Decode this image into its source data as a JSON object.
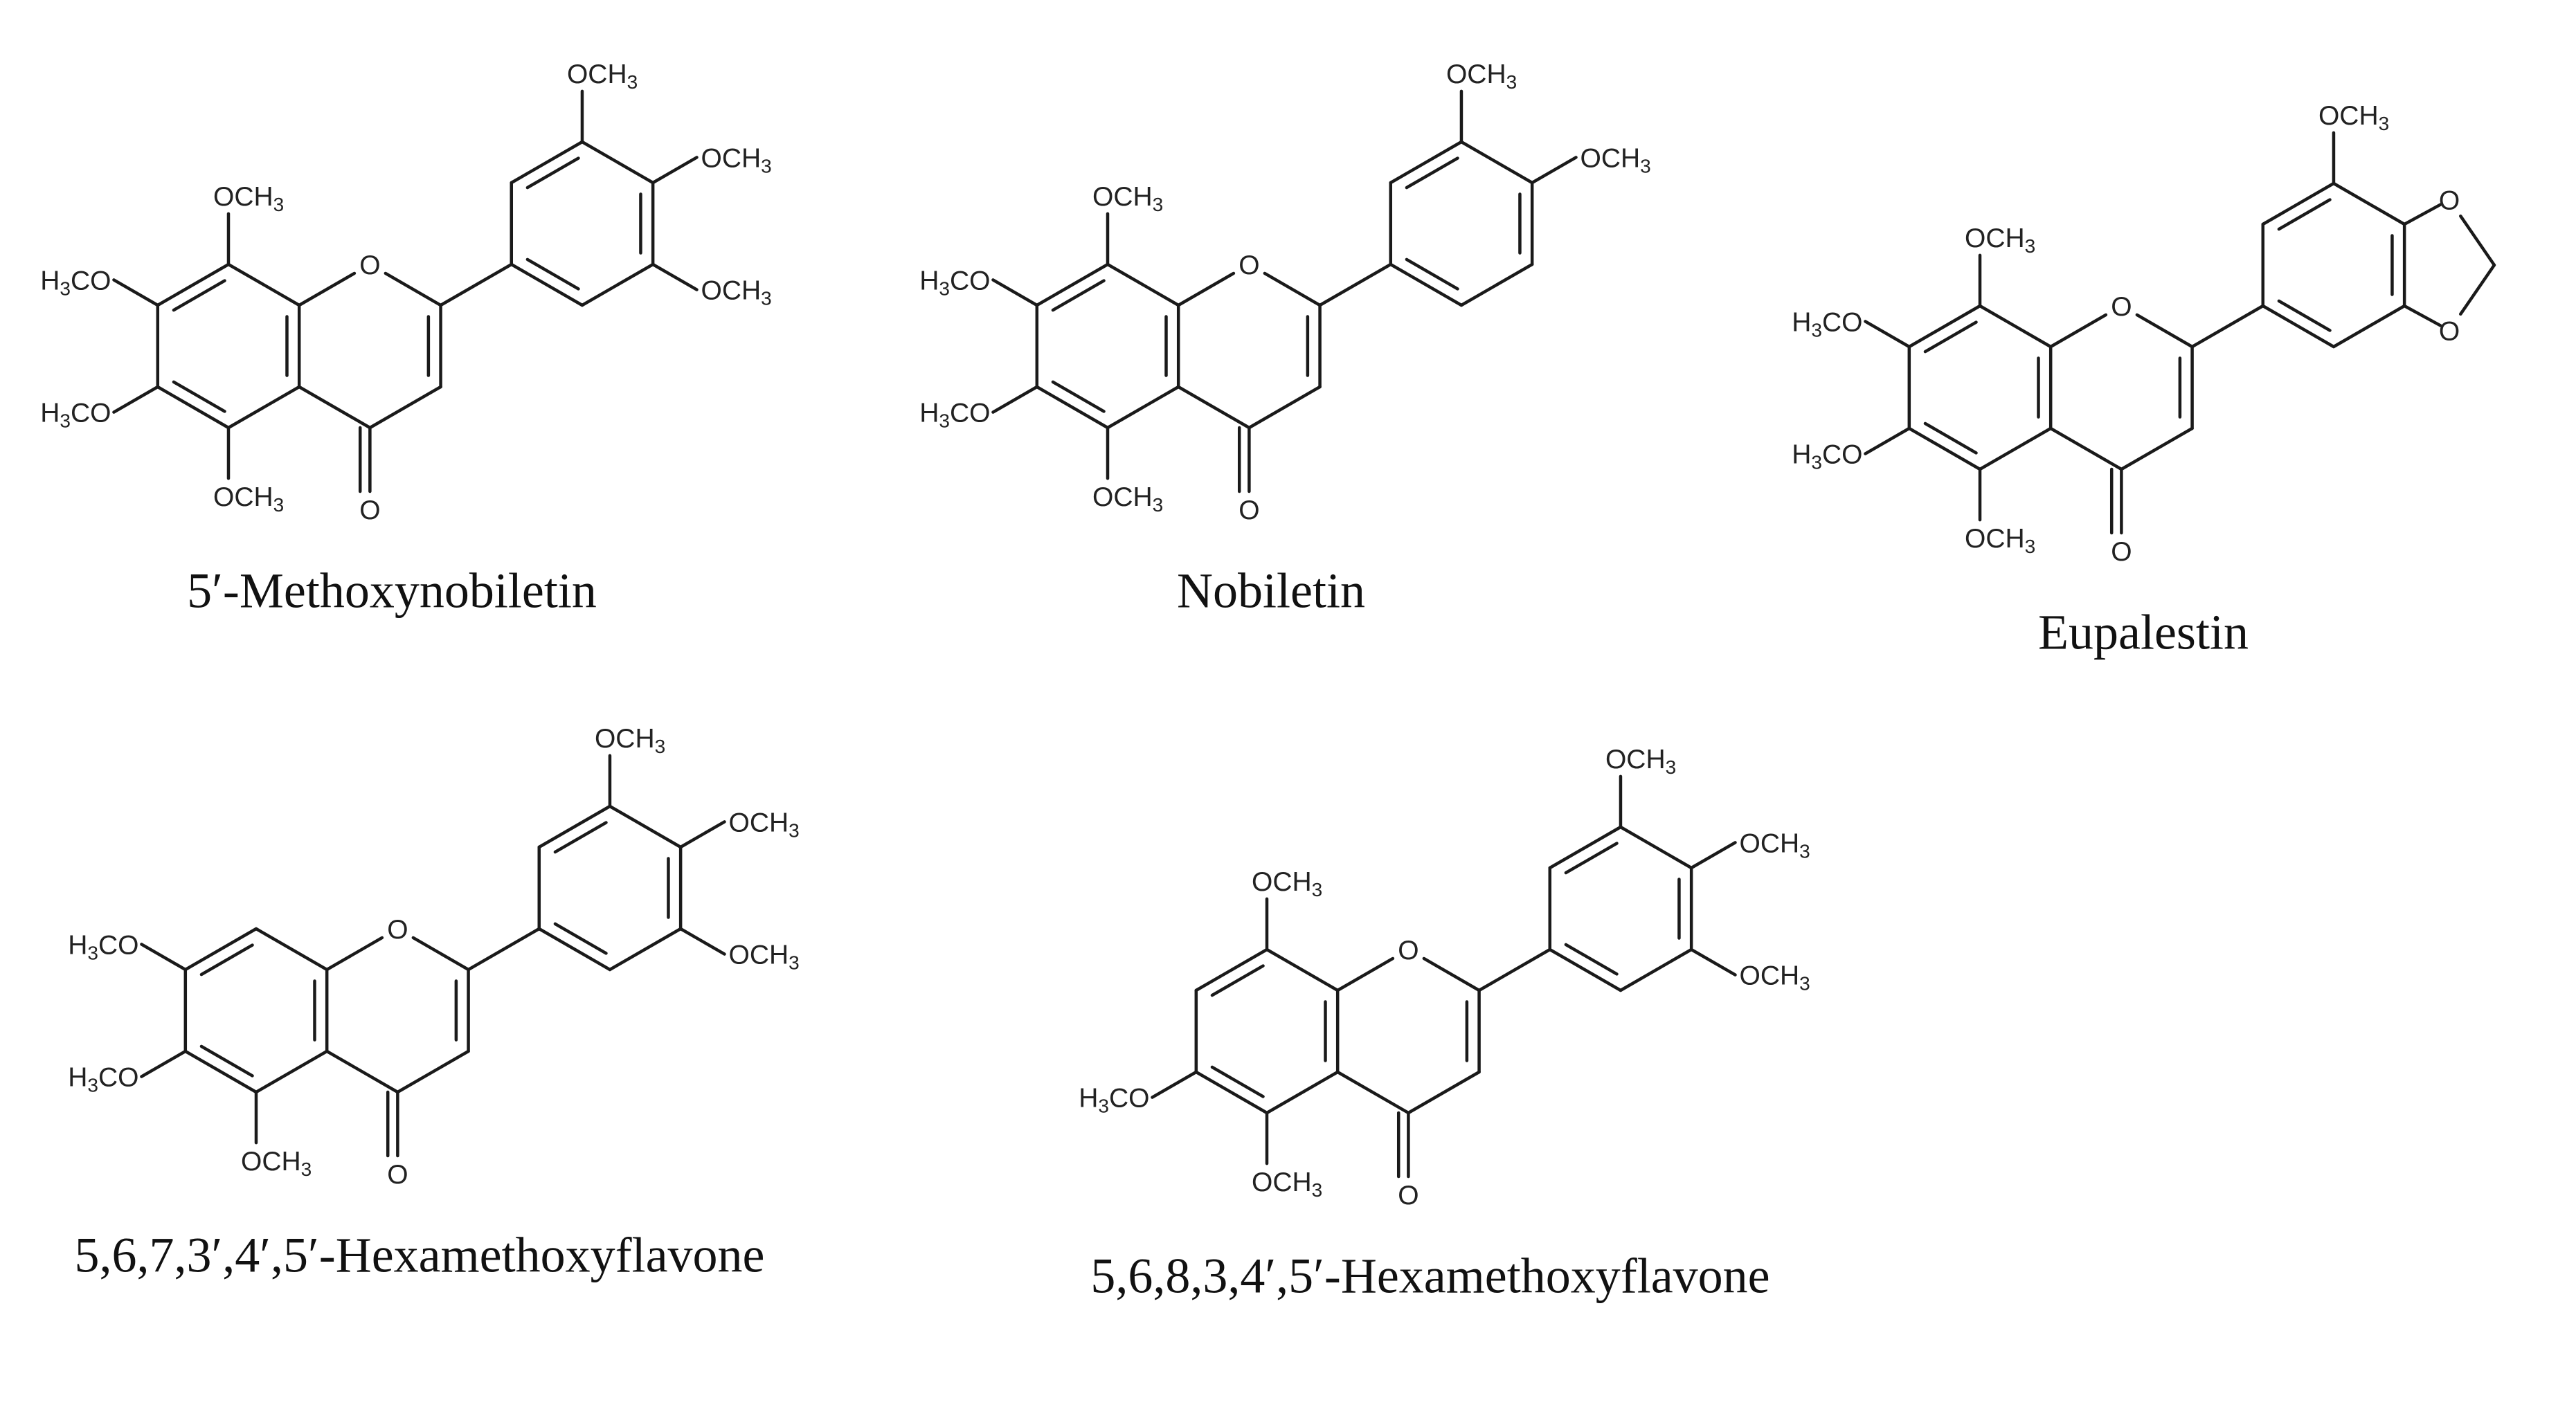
{
  "compounds": [
    {
      "name": "5′-Methoxynobiletin",
      "O": "O",
      "H3CO": "H3CO",
      "OCH3": "OCH3"
    },
    {
      "name": "Nobiletin",
      "O": "O",
      "H3CO": "H3CO",
      "OCH3": "OCH3"
    },
    {
      "name": "Eupalestin",
      "O": "O",
      "H3CO": "H3CO",
      "OCH3": "OCH3"
    },
    {
      "name": "5,6,7,3′,4′,5′-Hexamethoxyflavone",
      "O": "O",
      "H3CO": "H3CO",
      "OCH3": "OCH3"
    },
    {
      "name": "5,6,8,3,4′,5′-Hexamethoxyflavone",
      "O": "O",
      "H3CO": "H3CO",
      "OCH3": "OCH3"
    }
  ]
}
